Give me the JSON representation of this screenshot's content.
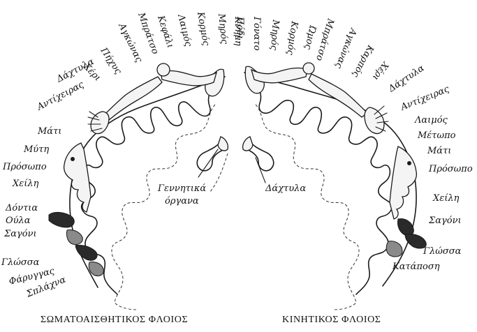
{
  "left": {
    "title": "ΣΩΜΑΤΟΑΙΣΘΗΤΙΚΟΣ ΦΛΟΙΟΣ",
    "labels": [
      "Πόδι",
      "Μηρός",
      "Κορμός",
      "Λαιμός",
      "Κεφάλι",
      "Μπράτσο",
      "Αγκώνας",
      "Πήχυς",
      "Χέρι",
      "Δάχτυλα",
      "Αντίχειρας",
      "Μάτι",
      "Μύτη",
      "Πρόσωπο",
      "Χείλη",
      "Δόντια",
      "Ούλα",
      "Σαγόνι",
      "Γλώσσα",
      "Φάρυγγας",
      "Σπλάχνα"
    ],
    "callout": [
      "Γεννητικά",
      "όργανα"
    ]
  },
  "right": {
    "title": "ΚΙΝΗΤΙΚΟΣ ΦΛΟΙΟΣ",
    "labels": [
      "Κνήμη",
      "Γόνατο",
      "Μηρός",
      "Κορμός",
      "Ώμος",
      "Μπράτσο",
      "Αγκώνας",
      "Καρπός",
      "Χέρι",
      "Δάχτυλα",
      "Αντίχειρας",
      "Λαιμός",
      "Μέτωπο",
      "Μάτι",
      "Πρόσωπο",
      "Χείλη",
      "Σαγόνι",
      "Γλώσσα",
      "Κατάποση"
    ],
    "callout": "Δάχτυλα"
  }
}
